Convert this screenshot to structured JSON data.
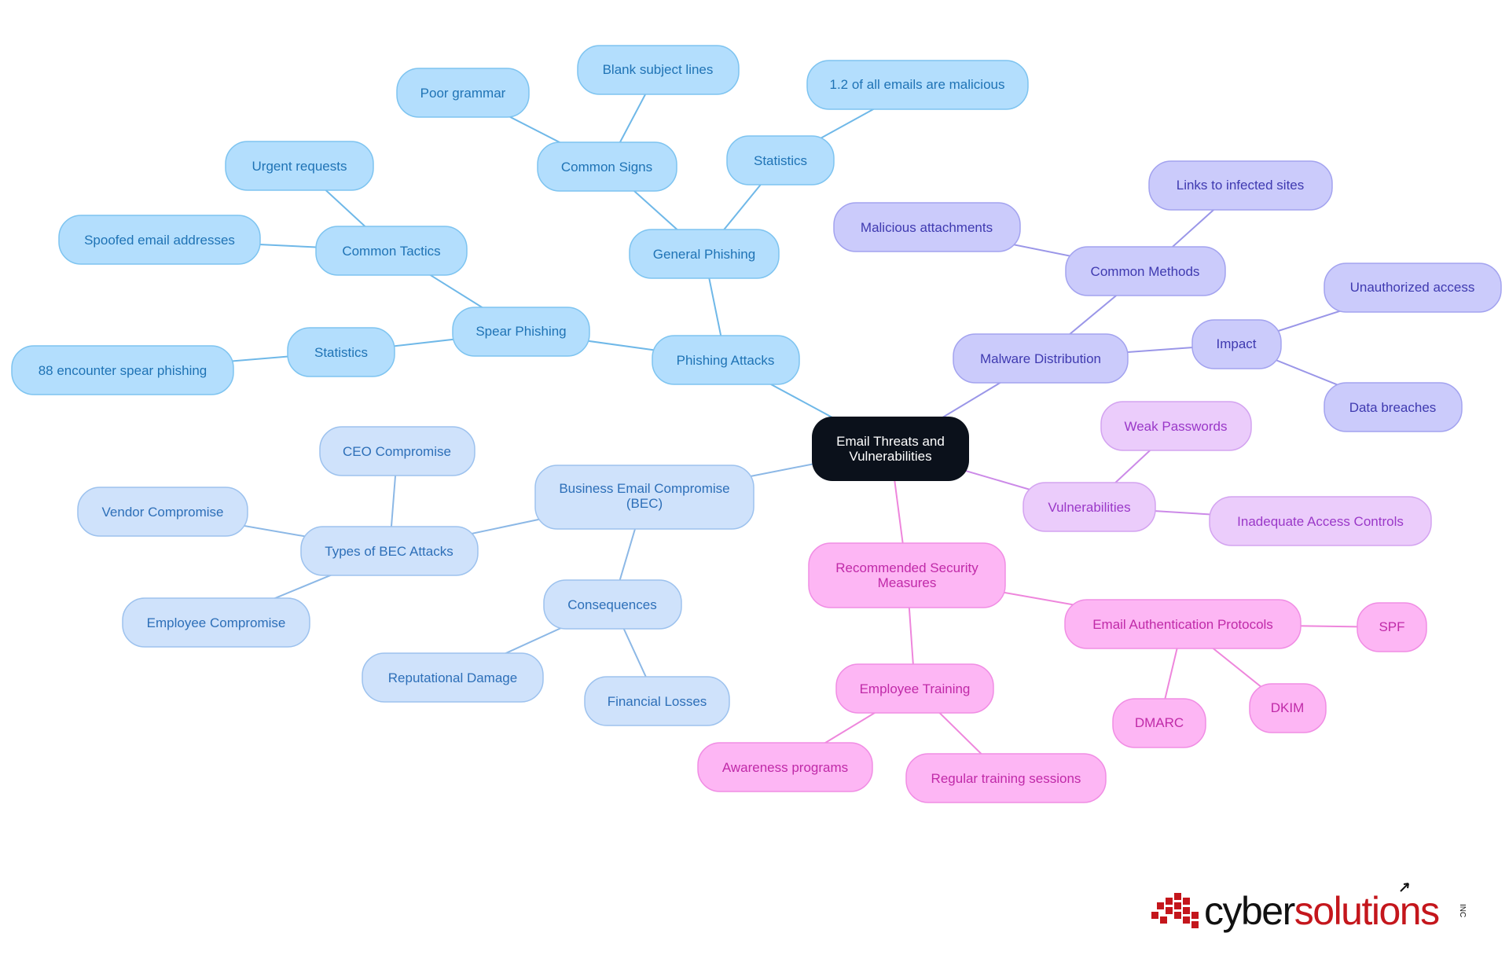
{
  "root": {
    "label": "Email Threats and Vulnerabilities",
    "lines": [
      "Email Threats and",
      "Vulnerabilities"
    ]
  },
  "branches": {
    "phishing": {
      "label": "Phishing Attacks",
      "spear_phishing": {
        "label": "Spear Phishing",
        "common_tactics": {
          "label": "Common Tactics",
          "items": [
            "Urgent requests",
            "Spoofed email addresses"
          ]
        },
        "statistics": {
          "label": "Statistics",
          "items": [
            "88 encounter spear phishing"
          ]
        }
      },
      "general_phishing": {
        "label": "General Phishing",
        "common_signs": {
          "label": "Common Signs",
          "items": [
            "Poor grammar",
            "Blank subject lines"
          ]
        },
        "statistics": {
          "label": "Statistics",
          "items": [
            "1.2 of all emails are malicious"
          ]
        }
      }
    },
    "bec": {
      "label": "Business Email Compromise (BEC)",
      "lines": [
        "Business Email Compromise",
        "(BEC)"
      ],
      "types": {
        "label": "Types of BEC Attacks",
        "items": [
          "CEO Compromise",
          "Vendor Compromise",
          "Employee Compromise"
        ]
      },
      "consequences": {
        "label": "Consequences",
        "items": [
          "Reputational Damage",
          "Financial Losses"
        ]
      }
    },
    "malware": {
      "label": "Malware Distribution",
      "common_methods": {
        "label": "Common Methods",
        "items": [
          "Malicious attachments",
          "Links to infected sites"
        ]
      },
      "impact": {
        "label": "Impact",
        "items": [
          "Unauthorized access",
          "Data breaches"
        ]
      }
    },
    "vulnerabilities": {
      "label": "Vulnerabilities",
      "items": [
        "Weak Passwords",
        "Inadequate Access Controls"
      ]
    },
    "security": {
      "label": "Recommended Security Measures",
      "lines": [
        "Recommended Security",
        "Measures"
      ],
      "auth": {
        "label": "Email Authentication Protocols",
        "items": [
          "SPF",
          "DKIM",
          "DMARC"
        ]
      },
      "training": {
        "label": "Employee Training",
        "items": [
          "Awareness programs",
          "Regular training sessions"
        ]
      }
    }
  },
  "colors": {
    "root_fill": "#0b111b",
    "root_text": "#ffffff",
    "phishing_fill": "#b3defd",
    "phishing_stroke": "#7ec4f0",
    "phishing_text": "#1f73b5",
    "phishing_line": "#6fb8e8",
    "bec_fill": "#cfe2fb",
    "bec_stroke": "#9dc2ee",
    "bec_text": "#2d6fb8",
    "bec_line": "#8cb8e6",
    "malware_fill": "#cbcbfb",
    "malware_stroke": "#a3a3ef",
    "malware_text": "#3f3ab0",
    "malware_line": "#9a96e8",
    "vuln_fill": "#ebccfb",
    "vuln_stroke": "#d3a3f0",
    "vuln_text": "#9a38c8",
    "vuln_line": "#cc8ae8",
    "security_fill": "#fdb6f4",
    "security_stroke": "#f08de4",
    "security_text": "#c02aa8",
    "security_line": "#ee86dc"
  },
  "logo": {
    "text_dark": "cyber",
    "text_red": "solutions",
    "suffix": "INC",
    "dark_color": "#111111",
    "red_color": "#c4161c"
  }
}
